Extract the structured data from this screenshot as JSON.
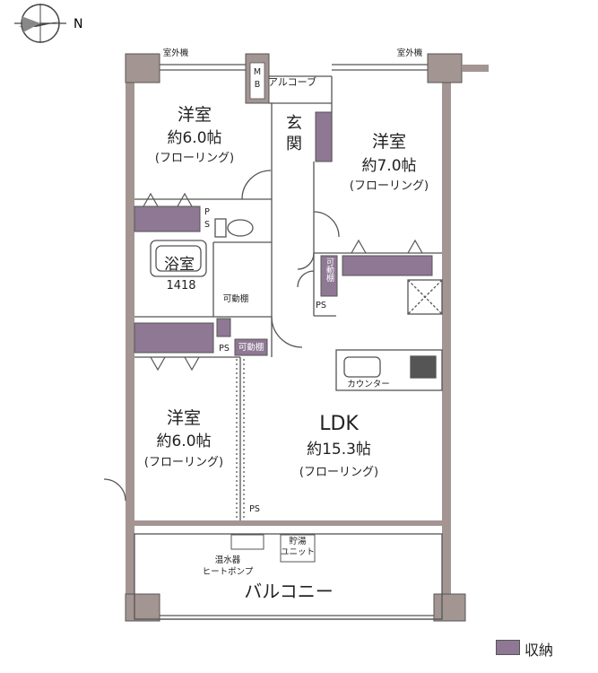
{
  "compass": {
    "north_label": "N"
  },
  "rooms": {
    "room_top_left": {
      "name": "洋室",
      "area": "約6.0帖",
      "floor": "(フローリング)"
    },
    "room_top_right": {
      "name": "洋室",
      "area": "約7.0帖",
      "floor": "(フローリング)"
    },
    "room_bottom_left": {
      "name": "洋室",
      "area": "約6.0帖",
      "floor": "(フローリング)"
    },
    "ldk": {
      "name": "LDK",
      "area": "約15.3帖",
      "floor": "(フローリング)"
    },
    "bath": {
      "name": "浴室",
      "size": "1418"
    },
    "entrance": {
      "name_1": "玄",
      "name_2": "関"
    },
    "balcony": {
      "name": "バルコニー"
    }
  },
  "fixtures": {
    "outdoor_unit_left": "室外機",
    "outdoor_unit_right": "室外機",
    "mb_1": "M",
    "mb_2": "B",
    "alcove": "アルコーブ",
    "ps_1": "P",
    "ps_2": "S",
    "ps_right": "PS",
    "ps_lower": "PS",
    "ps_bottom": "PS",
    "movable_shelf": "可動棚",
    "movable_shelf_small": "可動棚",
    "movable_shelf_vertical": "可動棚",
    "counter": "カウンター",
    "water_heater_1": "温水器",
    "water_heater_2": "ヒートポンプ",
    "storage_unit_1": "貯湯",
    "storage_unit_2": "ユニット"
  },
  "legend": {
    "label": "収納",
    "color": "#8e7894"
  }
}
